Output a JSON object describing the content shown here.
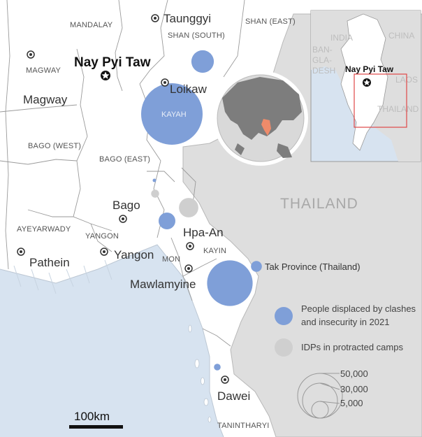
{
  "map": {
    "capital": "Nay Pyi Taw",
    "thailand": "THAILAND",
    "regions": {
      "mandalay": "MANDALAY",
      "shan_south": "SHAN (SOUTH)",
      "shan_east": "SHAN (EAST)",
      "magway_upper": "MAGWAY",
      "kayah": "KAYAH",
      "bago_west": "BAGO (WEST)",
      "bago_east": "BAGO (EAST)",
      "ayeyarwady": "AYEYARWADY",
      "yangon_region": "YANGON",
      "mon": "MON",
      "kayin": "KAYIN",
      "tanintharyi": "TANINTHARYI"
    },
    "cities": {
      "taunggyi": "Taunggyi",
      "magway": "Magway",
      "loikaw": "Loikaw",
      "bago": "Bago",
      "hpa_an": "Hpa-An",
      "pathein": "Pathein",
      "yangon": "Yangon",
      "mawlamyine": "Mawlamyine",
      "dawei": "Dawei"
    },
    "tak_province": "Tak Province (Thailand)"
  },
  "inset": {
    "capital": "Nay Pyi Taw",
    "india": "INDIA",
    "china": "CHINA",
    "bangladesh": [
      "BAN-",
      "GLA-",
      "DESH"
    ],
    "laos": "LAOS",
    "thailand": "THAILAND"
  },
  "legend": {
    "displaced": [
      "People displaced by clashes",
      "and insecurity in 2021"
    ],
    "protracted": "IDPs in protracted camps",
    "sizes": [
      "50,000",
      "30,000",
      "5,000"
    ]
  },
  "scale": {
    "label": "100km"
  },
  "colors": {
    "land": "#ffffff",
    "thailand": "#dedede",
    "sea": "#d7e3f0",
    "displaced": "#7f9fd8",
    "protracted": "#cfcfcf",
    "inset_box": "#e04848",
    "globe_land": "#7d7d7d",
    "globe_highlight": "#ef8b6a"
  },
  "bubbles": [
    {
      "place": "Shan (South)",
      "type": "displaced",
      "value": 8000
    },
    {
      "place": "Kayah",
      "type": "displaced",
      "value": 60000
    },
    {
      "place": "Bago (East) north",
      "type": "displaced",
      "value": 200
    },
    {
      "place": "Bago (East) camp",
      "type": "protracted",
      "value": 1000
    },
    {
      "place": "Kayin camp",
      "type": "protracted",
      "value": 6000
    },
    {
      "place": "Bago (East) south",
      "type": "displaced",
      "value": 4500
    },
    {
      "place": "Kayin",
      "type": "displaced",
      "value": 33000
    },
    {
      "place": "Tak Province (Thailand)",
      "type": "displaced",
      "value": 1900
    },
    {
      "place": "Tanintharyi",
      "type": "displaced",
      "value": 700
    }
  ]
}
